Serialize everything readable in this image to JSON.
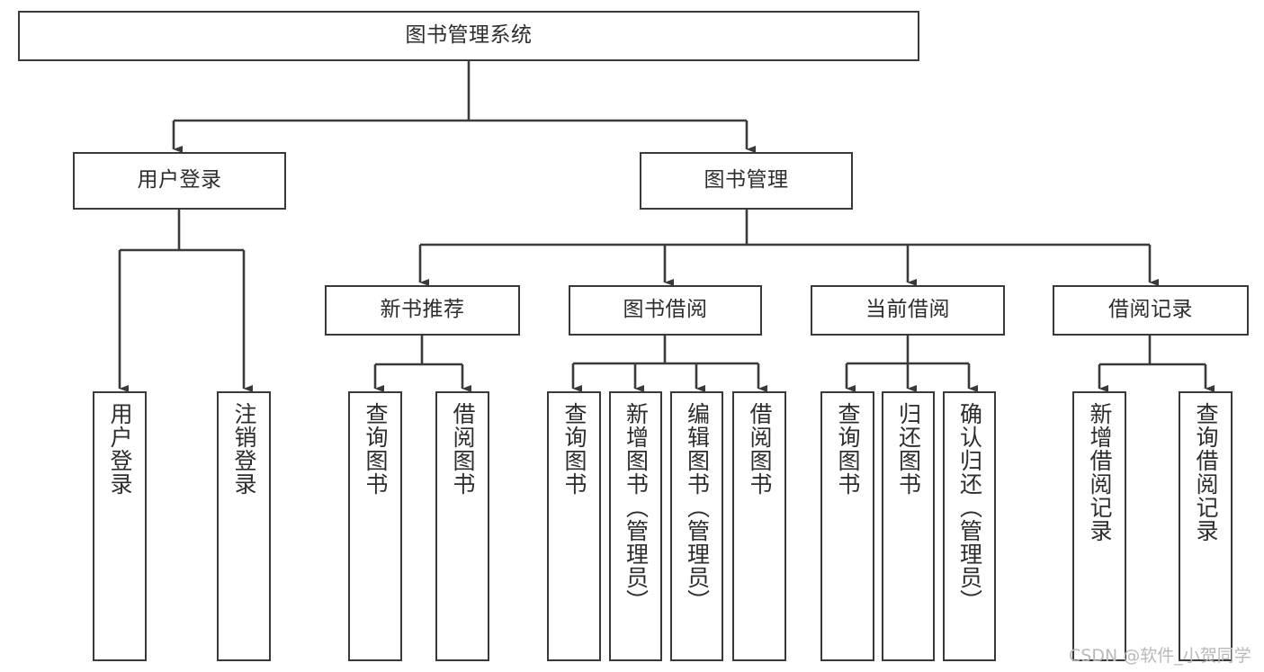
{
  "diagram": {
    "title": "图书管理系统",
    "type": "tree",
    "orientation": "top-down",
    "line_color": "#3a3a3a",
    "box_fill": "#ffffff",
    "text_color": "#2d2d2d",
    "watermark": "CSDN @软件_小贺同学",
    "nodes": {
      "root": {
        "label": "图书管理系统"
      },
      "level2": [
        {
          "label": "用户登录"
        },
        {
          "label": "图书管理"
        }
      ],
      "level3": [
        {
          "label": "新书推荐"
        },
        {
          "label": "图书借阅"
        },
        {
          "label": "当前借阅"
        },
        {
          "label": "借阅记录"
        }
      ],
      "leaves": {
        "user_login": [
          {
            "label": "用户登录"
          },
          {
            "label": "注销登录"
          }
        ],
        "new_book_recommend": [
          {
            "label": "查询图书"
          },
          {
            "label": "借阅图书"
          }
        ],
        "book_borrow": [
          {
            "label": "查询图书"
          },
          {
            "label": "新增图书（管理员）"
          },
          {
            "label": "编辑图书（管理员）"
          },
          {
            "label": "借阅图书"
          }
        ],
        "current_borrow": [
          {
            "label": "查询图书"
          },
          {
            "label": "归还图书"
          },
          {
            "label": "确认归还（管理员）"
          }
        ],
        "borrow_record": [
          {
            "label": "新增借阅记录"
          },
          {
            "label": "查询借阅记录"
          }
        ]
      }
    }
  }
}
